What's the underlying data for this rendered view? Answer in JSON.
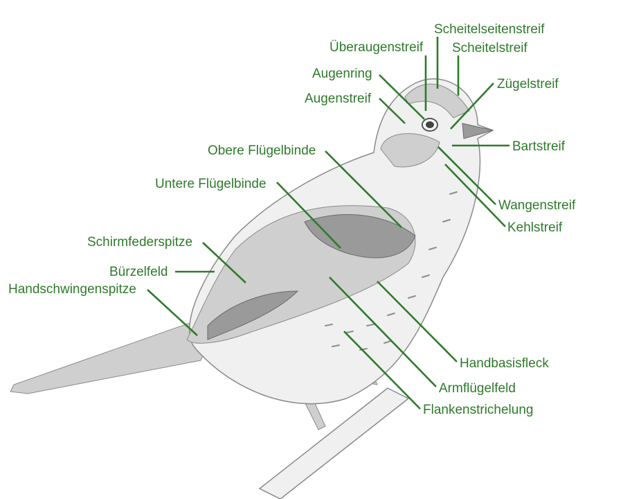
{
  "colors": {
    "label": "#2e7a2a",
    "drawing": "#8a8a8a"
  },
  "labels": {
    "scheitelseitenstreif": "Scheitelseitenstreif",
    "ueberaugenstreif": "Überaugenstreif",
    "scheitelstreif": "Scheitelstreif",
    "augenring": "Augenring",
    "zuegelstreif": "Zügelstreif",
    "augenstreif": "Augenstreif",
    "bartstreif": "Bartstreif",
    "obere_fluegelbinde": "Obere Flügelbinde",
    "wangenstreif": "Wangenstreif",
    "kehlstreif": "Kehlstreif",
    "untere_fluegelbinde": "Untere Flügelbinde",
    "schirmfederspitze": "Schirmfederspitze",
    "buerzelfeld": "Bürzelfeld",
    "handschwingenspitze": "Handschwingenspitze",
    "handbasisfleck": "Handbasisfleck",
    "armfluegelfeld": "Armflügelfeld",
    "flankenstrichelung": "Flankenstrichelung"
  }
}
